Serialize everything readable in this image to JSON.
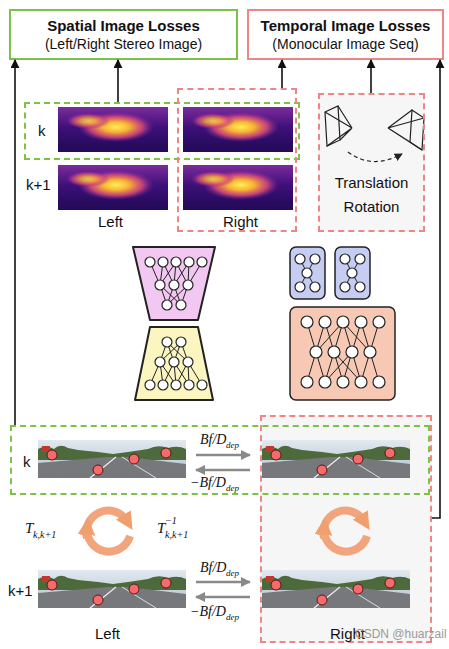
{
  "diagram": {
    "nodes": [
      {
        "text": [
          "Spatial Image Losses",
          "(Left/Right Stereo Image)"
        ]
      },
      {
        "text": [
          "Temporal Image Losses",
          "(Monocular Image Seq)"
        ]
      },
      {
        "text": [
          "k"
        ]
      },
      {
        "text": [
          "Right"
        ]
      },
      {
        "text": [
          "Translation Rotation"
        ]
      },
      {
        "text": [
          "k"
        ]
      },
      {
        "text": [
          "Right"
        ]
      }
    ],
    "edges": [
      {
        "from": 2,
        "to": 0,
        "arrow": "to"
      },
      {
        "from": 5,
        "to": 0,
        "arrow": "to"
      },
      {
        "from": 3,
        "to": 1,
        "arrow": "to"
      },
      {
        "from": 4,
        "to": 1,
        "arrow": "to"
      },
      {
        "from": 6,
        "to": 1,
        "arrow": "to"
      }
    ],
    "labels": [
      "k+1",
      "Left",
      "Bf/D",
      "dep",
      "−Bf/D",
      "dep",
      "T",
      "k,k+1",
      "T",
      "−1",
      "k,k+1",
      "k+1",
      "Bf/D",
      "dep",
      "−Bf/D",
      "dep",
      "Left",
      "CSDN @huarzail"
    ]
  }
}
